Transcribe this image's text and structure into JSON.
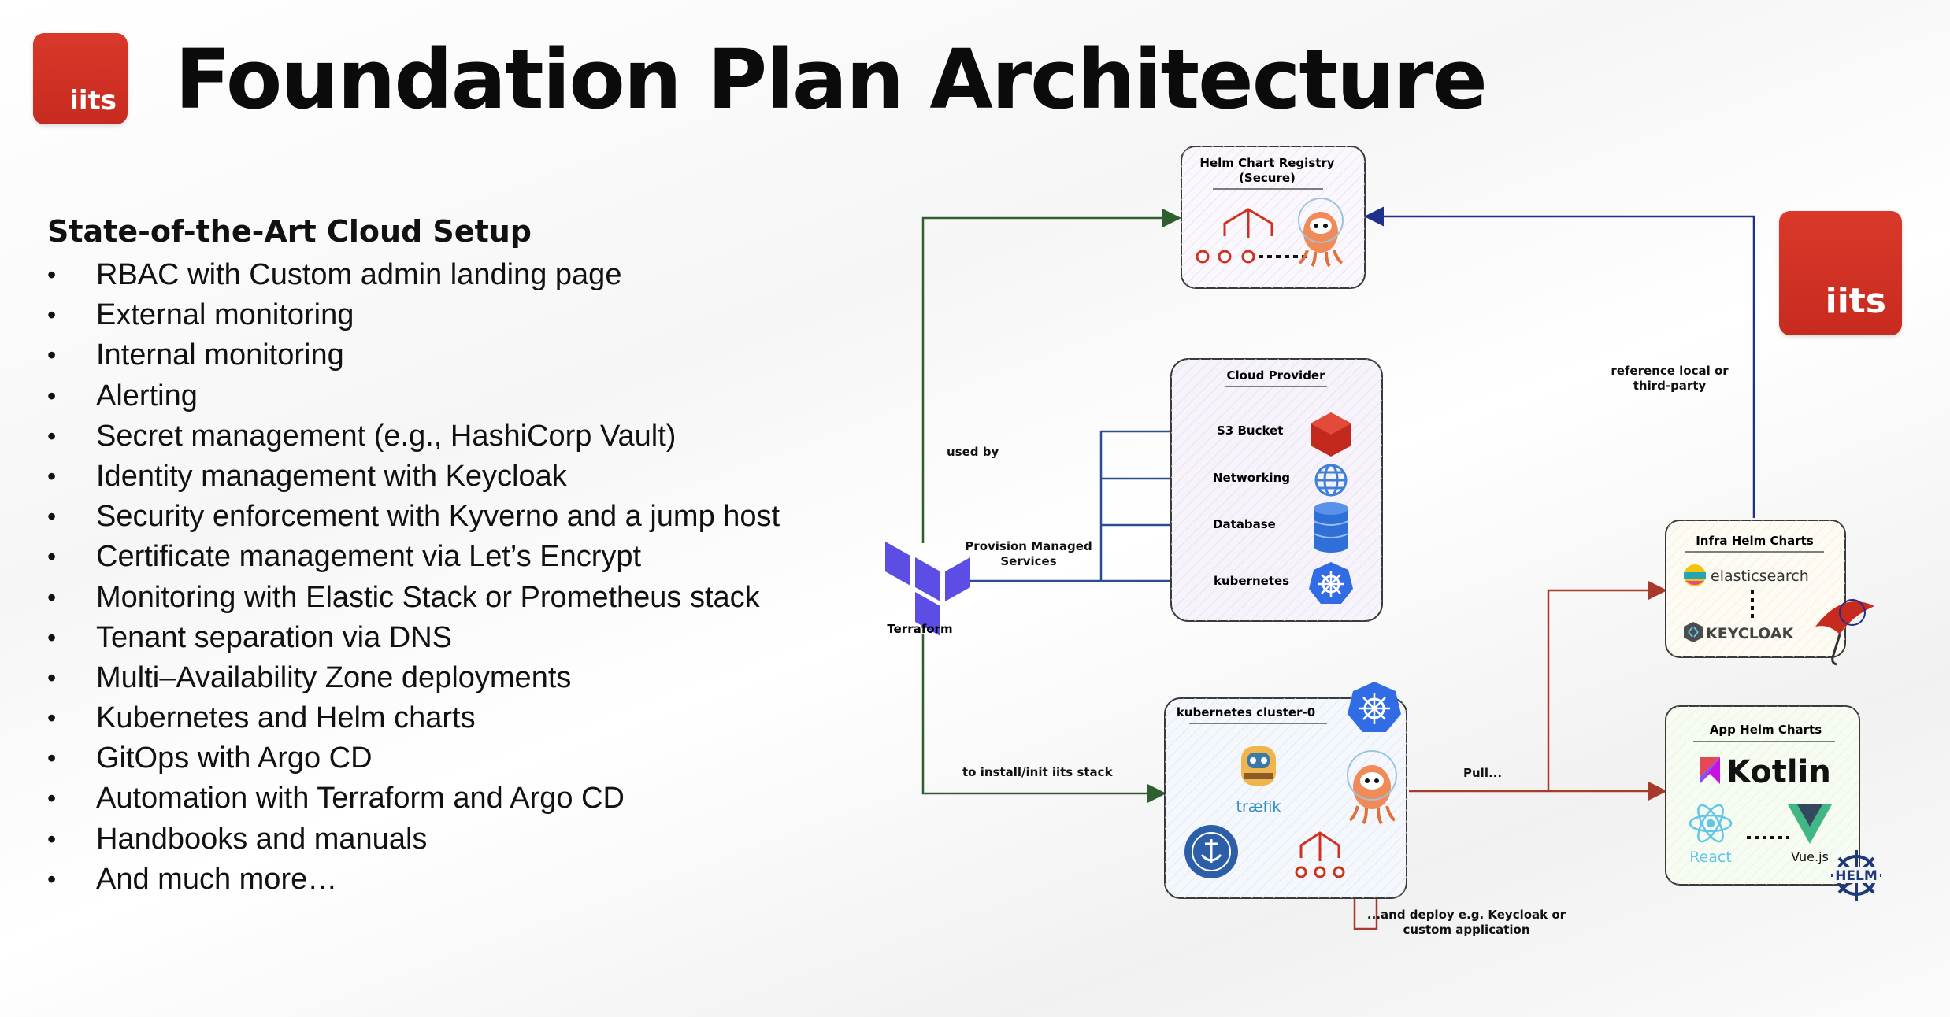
{
  "logo": {
    "text": "iits"
  },
  "title": "Foundation Plan Architecture",
  "features": {
    "heading": "State-of-the-Art Cloud Setup",
    "items": [
      "RBAC with Custom admin landing page",
      "External monitoring",
      "Internal monitoring",
      "Alerting",
      "Secret management (e.g., HashiCorp Vault)",
      "Identity management with Keycloak",
      "Security enforcement with Kyverno and a jump host",
      "Certificate management via Let’s Encrypt",
      "Monitoring with Elastic Stack or Prometheus stack",
      "Tenant separation via DNS",
      "Multi–Availability Zone deployments",
      "Kubernetes and Helm charts",
      "GitOps with Argo CD",
      "Automation with Terraform and Argo CD",
      "Handbooks and manuals",
      "And much more…"
    ]
  },
  "diagram": {
    "helm_registry": {
      "title_line1": "Helm Chart Registry",
      "title_line2": "(Secure)"
    },
    "cloud_provider": {
      "title": "Cloud Provider",
      "services": [
        "S3 Bucket",
        "Networking",
        "Database",
        "kubernetes"
      ]
    },
    "terraform": {
      "label": "Terraform"
    },
    "k8s_cluster": {
      "title": "kubernetes cluster-0",
      "traefik_label": "træfik"
    },
    "infra_charts": {
      "title": "Infra Helm Charts",
      "elastic_label": "elasticsearch",
      "keycloak_label": "KEYCLOAK"
    },
    "app_charts": {
      "title": "App Helm Charts",
      "kotlin_label": "Kotlin",
      "react_label": "React",
      "vue_label": "Vue.js",
      "helm_label": "HELM"
    },
    "edge_labels": {
      "used_by": "used by",
      "provision_line1": "Provision Managed",
      "provision_line2": "Services",
      "install": "to install/init iits stack",
      "reference_line1": "reference local or",
      "reference_line2": "third-party",
      "pull": "Pull...",
      "deploy_line1": "...and deploy e.g. Keycloak or",
      "deploy_line2": "custom application"
    }
  },
  "colors": {
    "brand_red": "#d0301f",
    "terraform_purple": "#5c4ee5",
    "edge_green": "#2f5e2f",
    "edge_blue": "#2a4f8c",
    "edge_darkblue": "#1f2f8a",
    "edge_red": "#a83a2c"
  }
}
